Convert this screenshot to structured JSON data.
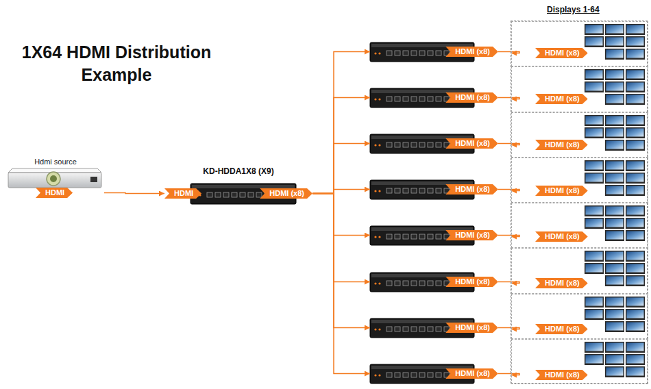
{
  "diagram": {
    "title": "1X64 HDMI Distribution Example",
    "nodes": [
      {
        "text": [
          "Hdmi source",
          "HDMI"
        ]
      },
      {
        "text": [
          "KD-HDDA1X8 (X9)",
          "HDMI",
          "HDMI (x8)"
        ]
      },
      {
        "text": [
          "HDMI (x8)"
        ]
      },
      {
        "text": [
          "HDMI (x8)"
        ]
      },
      {
        "text": [
          "HDMI (x8)"
        ]
      },
      {
        "text": [
          "HDMI (x8)"
        ]
      },
      {
        "text": [
          "HDMI (x8)"
        ]
      },
      {
        "text": [
          "HDMI (x8)"
        ]
      },
      {
        "text": [
          "HDMI (x8)"
        ]
      },
      {
        "text": [
          "HDMI (x8)"
        ]
      },
      {
        "text": [
          "Displays 1-64"
        ]
      },
      {
        "text": [
          "HDMI (x8)"
        ],
        "in": 10
      },
      {
        "text": [
          "HDMI (x8)"
        ],
        "in": 10
      },
      {
        "text": [
          "HDMI (x8)"
        ],
        "in": 10
      },
      {
        "text": [
          "HDMI (x8)"
        ],
        "in": 10
      },
      {
        "text": [
          "HDMI (x8)"
        ],
        "in": 10
      },
      {
        "text": [
          "HDMI (x8)"
        ],
        "in": 10
      },
      {
        "text": [
          "HDMI (x8)"
        ],
        "in": 10
      },
      {
        "text": [
          "HDMI (x8)"
        ],
        "in": 10
      }
    ],
    "edges": [
      {
        "from": 0,
        "to": 1,
        "arrow": "to"
      },
      {
        "from": 1,
        "to": 2,
        "arrow": "to"
      },
      {
        "from": 1,
        "to": 3,
        "arrow": "to"
      },
      {
        "from": 1,
        "to": 4,
        "arrow": "to"
      },
      {
        "from": 1,
        "to": 5,
        "arrow": "to"
      },
      {
        "from": 1,
        "to": 6,
        "arrow": "to"
      },
      {
        "from": 1,
        "to": 7,
        "arrow": "to"
      },
      {
        "from": 1,
        "to": 8,
        "arrow": "to"
      },
      {
        "from": 1,
        "to": 9,
        "arrow": "to"
      },
      {
        "from": 2,
        "to": 11,
        "arrow": "to"
      },
      {
        "from": 3,
        "to": 12,
        "arrow": "to"
      },
      {
        "from": 4,
        "to": 13,
        "arrow": "to"
      },
      {
        "from": 5,
        "to": 14,
        "arrow": "to"
      },
      {
        "from": 6,
        "to": 15,
        "arrow": "to"
      },
      {
        "from": 7,
        "to": 16,
        "arrow": "to"
      },
      {
        "from": 8,
        "to": 17,
        "arrow": "to"
      },
      {
        "from": 9,
        "to": 18,
        "arrow": "to"
      }
    ]
  }
}
